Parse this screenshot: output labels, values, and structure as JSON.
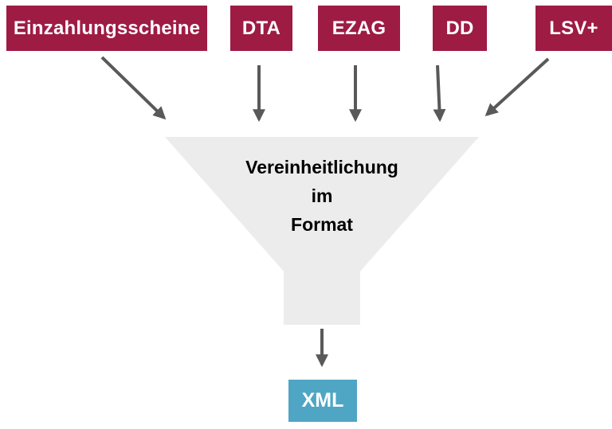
{
  "diagram": {
    "sources": [
      {
        "label": "Einzahlungsscheine"
      },
      {
        "label": "DTA"
      },
      {
        "label": "EZAG"
      },
      {
        "label": "DD"
      },
      {
        "label": "LSV+"
      }
    ],
    "funnel": {
      "line1": "Vereinheitlichung",
      "line2": "im",
      "line3": "Format"
    },
    "output": {
      "label": "XML"
    },
    "colors": {
      "source_box": "#9E1B44",
      "funnel_fill": "#ECECEC",
      "arrow": "#595959",
      "output_box": "#4FA6C4",
      "box_text": "#FFFFFF",
      "funnel_text": "#000000",
      "page_bg": "#FFFFFF"
    }
  }
}
